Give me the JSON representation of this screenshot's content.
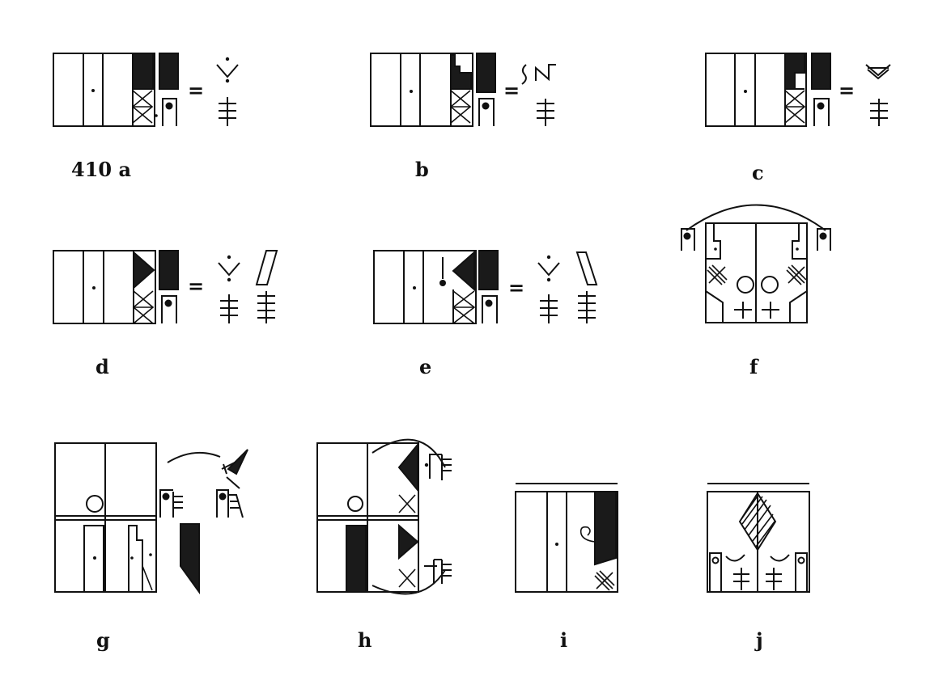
{
  "figure": {
    "panels": [
      {
        "id": "a",
        "label": "410 a"
      },
      {
        "id": "b",
        "label": "b"
      },
      {
        "id": "c",
        "label": "c"
      },
      {
        "id": "d",
        "label": "d"
      },
      {
        "id": "e",
        "label": "e"
      },
      {
        "id": "f",
        "label": "f"
      },
      {
        "id": "g",
        "label": "g"
      },
      {
        "id": "h",
        "label": "h"
      },
      {
        "id": "i",
        "label": "i"
      },
      {
        "id": "j",
        "label": "j"
      }
    ],
    "equals_sign": "=",
    "ink_color": "#111111"
  }
}
